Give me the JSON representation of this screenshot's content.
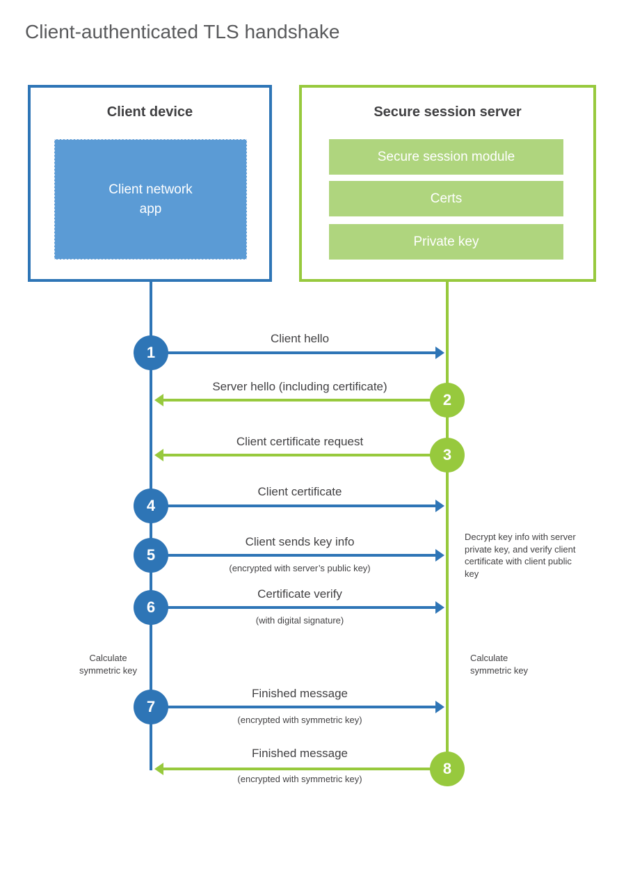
{
  "title": "Client-authenticated TLS handshake",
  "colors": {
    "blue": "#2E75B6",
    "blue_fill": "#5B9BD5",
    "green": "#97C93D",
    "green_fill": "#AFD57E",
    "text_dark": "#414042",
    "title_gray": "#58595B"
  },
  "client_box": {
    "title": "Client device",
    "app": "Client network\napp"
  },
  "server_box": {
    "title": "Secure session server",
    "modules": [
      "Secure session module",
      "Certs",
      "Private key"
    ]
  },
  "steps": [
    {
      "num": "1",
      "from": "client",
      "label": "Client hello",
      "sub": ""
    },
    {
      "num": "2",
      "from": "server",
      "label": "Server hello (including certificate)",
      "sub": ""
    },
    {
      "num": "3",
      "from": "server",
      "label": "Client certificate request",
      "sub": ""
    },
    {
      "num": "4",
      "from": "client",
      "label": "Client certificate",
      "sub": ""
    },
    {
      "num": "5",
      "from": "client",
      "label": "Client sends key info",
      "sub": "(encrypted with server’s public key)"
    },
    {
      "num": "6",
      "from": "client",
      "label": "Certificate verify",
      "sub": "(with digital signature)"
    },
    {
      "num": "7",
      "from": "client",
      "label": "Finished message",
      "sub": "(encrypted with symmetric key)"
    },
    {
      "num": "8",
      "from": "server",
      "label": "Finished message",
      "sub": "(encrypted with symmetric key)"
    }
  ],
  "annotations": {
    "decrypt_note": "Decrypt key info with server private key, and verify client certificate with client public key",
    "calc_left": "Calculate\nsymmetric key",
    "calc_right": "Calculate\nsymmetric key"
  }
}
